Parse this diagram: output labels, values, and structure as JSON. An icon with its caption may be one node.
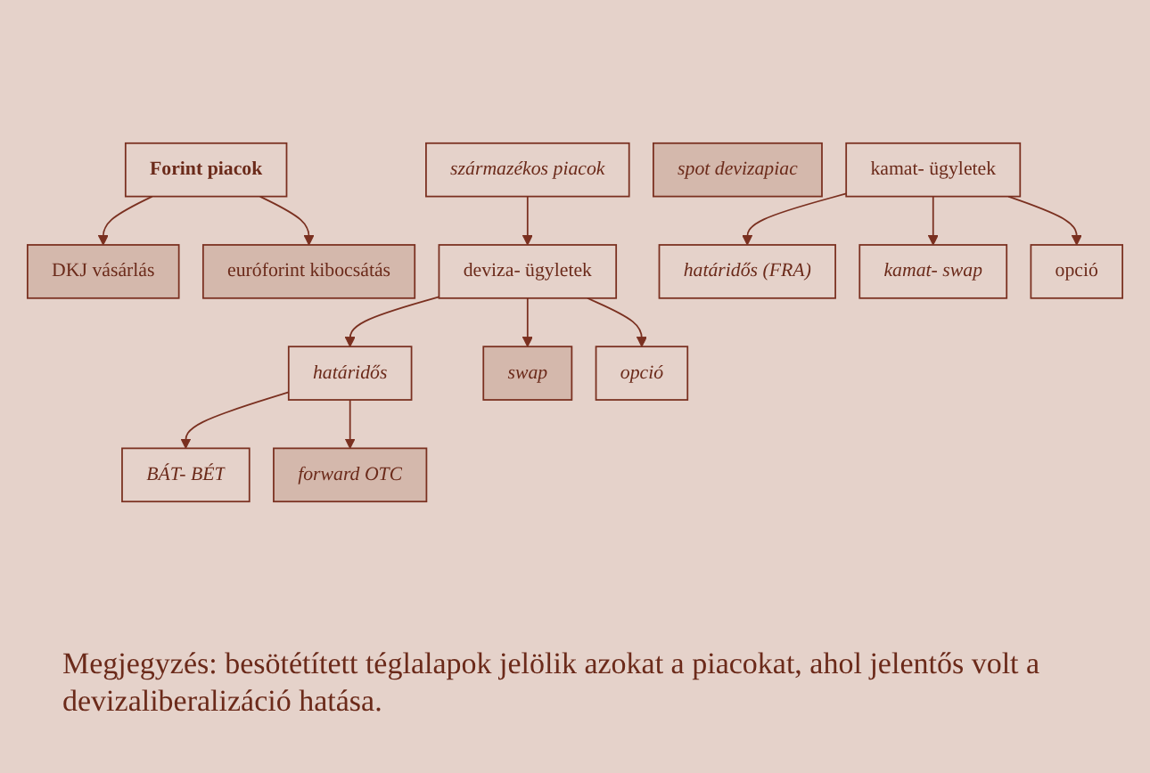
{
  "diagram": {
    "caption": "Megjegyzés: besötétített téglalapok jelölik azokat a piacokat, ahol jelentős volt a devizaliberalizáció hatása.",
    "nodes": [
      {
        "text": [
          "Forint piacok"
        ]
      },
      {
        "text": [
          "származékos piacok"
        ]
      },
      {
        "text": [
          "spot devizapiac"
        ]
      },
      {
        "text": [
          "DKJ vásárlás"
        ]
      },
      {
        "text": [
          "euróforint kibocsátás"
        ]
      },
      {
        "text": [
          "deviza- ügyletek"
        ]
      },
      {
        "text": [
          "kamat- ügyletek"
        ]
      },
      {
        "text": [
          "határidős"
        ]
      },
      {
        "text": [
          "swap"
        ]
      },
      {
        "text": [
          "opció"
        ]
      },
      {
        "text": [
          "határidős (FRA)"
        ]
      },
      {
        "text": [
          "kamat- swap"
        ]
      },
      {
        "text": [
          "opció"
        ]
      },
      {
        "text": [
          "BÁT- BÉT"
        ]
      },
      {
        "text": [
          "forward OTC"
        ]
      }
    ],
    "edges": [
      {
        "from": 0,
        "to": 3,
        "arrow": "to"
      },
      {
        "from": 0,
        "to": 4,
        "arrow": "to"
      },
      {
        "from": 1,
        "to": 5,
        "arrow": "to"
      },
      {
        "from": 5,
        "to": 7,
        "arrow": "to"
      },
      {
        "from": 5,
        "to": 8,
        "arrow": "to"
      },
      {
        "from": 5,
        "to": 9,
        "arrow": "to"
      },
      {
        "from": 6,
        "to": 10,
        "arrow": "to"
      },
      {
        "from": 6,
        "to": 11,
        "arrow": "to"
      },
      {
        "from": 6,
        "to": 12,
        "arrow": "to"
      },
      {
        "from": 7,
        "to": 13,
        "arrow": "to"
      },
      {
        "from": 7,
        "to": 14,
        "arrow": "to"
      }
    ]
  }
}
